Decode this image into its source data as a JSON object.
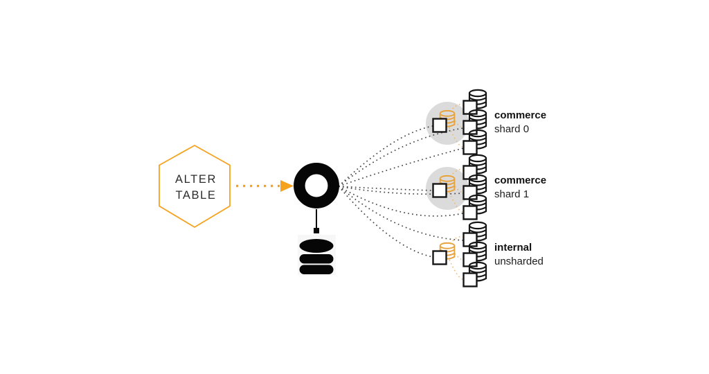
{
  "diagram": {
    "hexagon": {
      "line1": "ALTER",
      "line2": "TABLE"
    },
    "clusters": [
      {
        "name": "commerce",
        "sublabel": "shard 0"
      },
      {
        "name": "commerce",
        "sublabel": "shard 1"
      },
      {
        "name": "internal",
        "sublabel": "unsharded"
      }
    ],
    "colors": {
      "orange": "#F5A21D",
      "light_orange": "#F1B25C",
      "cyl_orange": "#E8A33C",
      "circle_gray": "#DBDBDB",
      "line_gray": "#454545",
      "ink": "#060606",
      "text_dark": "#232323"
    }
  }
}
